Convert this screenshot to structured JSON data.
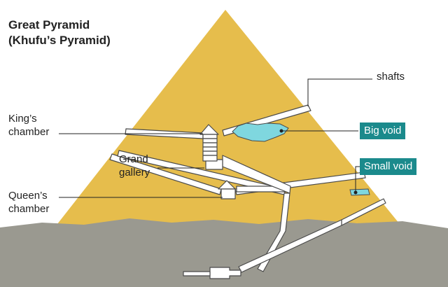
{
  "title": {
    "line1": "Great Pyramid",
    "line2": "(Khufu’s Pyramid)"
  },
  "labels": {
    "kings_line1": "King’s",
    "kings_line2": "chamber",
    "grand_line1": "Grand",
    "grand_line2": "gallery",
    "queens_line1": "Queen’s",
    "queens_line2": "chamber",
    "shafts": "shafts",
    "big_void": "Big void",
    "small_void": "Small void"
  },
  "colors": {
    "pyramid": "#e6bd4c",
    "ground": "#9a9990",
    "passage": "#ffffff",
    "outline": "#4a4a4a",
    "void": "#7fd7df",
    "badge": "#1b8a8c"
  }
}
